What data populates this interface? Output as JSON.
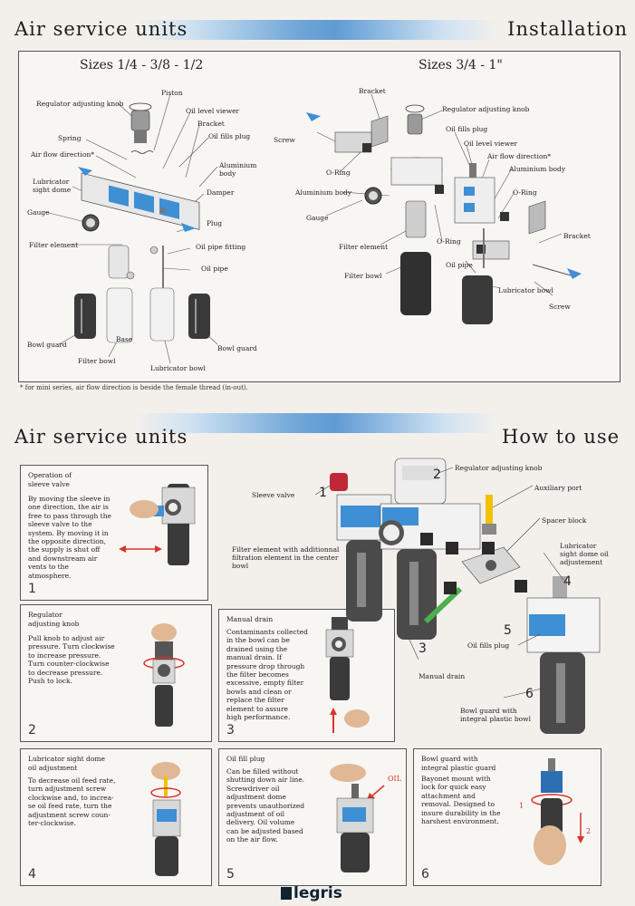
{
  "top": {
    "left_title": "Air service units",
    "right_title": "Installation",
    "sizes_small": "Sizes 1/4 - 3/8 - 1/2",
    "sizes_large": "Sizes 3/4 - 1\"",
    "footnote": "* for mini series, air flow direction is beside the female thread (in-out).",
    "labels_small": {
      "regulator_knob": "Regulator adjusting knob",
      "piston": "Piston",
      "oil_level": "Oil level viewer",
      "bracket": "Bracket",
      "spring": "Spring",
      "oil_fills_plug": "Oil fills plug",
      "air_flow": "Air flow direction*",
      "aluminium_body": "Aluminium body",
      "lubricator_dome": "Lubricator sight dome",
      "damper": "Damper",
      "gauge": "Gauge",
      "plug": "Plug",
      "filter_element": "Filter element",
      "oil_pipe_fitting": "Oil pipe fitting",
      "oil_pipe": "Oil pipe",
      "bowl_guard_left": "Bowl guard",
      "base": "Base",
      "bowl_guard_right": "Bowl guard",
      "filter_bowl": "Filter bowl",
      "lubricator_bowl": "Lubricator bowl"
    },
    "labels_large": {
      "bracket_top": "Bracket",
      "regulator_knob": "Regulator adjusting knob",
      "screw_left": "Screw",
      "oil_fills_plug": "Oil fills plug",
      "oil_level": "Oil level viewer",
      "air_flow": "Air flow direction*",
      "aluminium_body_right": "Aluminium body",
      "oring_left": "O-Ring",
      "aluminium_body_left": "Aluminium body",
      "oring_right": "O-Ring",
      "gauge": "Gauge",
      "bracket_right": "Bracket",
      "oring_mid": "O-Ring",
      "filter_element": "Filter element",
      "oil_pipe": "Oil pipe",
      "filter_bowl": "Filter bowl",
      "lubricator_bowl": "Lubricator bowl",
      "screw_right": "Screw"
    }
  },
  "bottom": {
    "left_title": "Air service units",
    "right_title": "How to use",
    "diagram_labels": {
      "sleeve_valve": "Sleeve valve",
      "regulator_knob": "Regulator adjusting knob",
      "auxiliary_port": "Auxiliary port",
      "spacer_block": "Spacer block",
      "filter_element": "Filter element with additionnal filtration element in the center bowl",
      "lubricator_dome": "Lubricator sight dome oil adjustement",
      "oil_fills_plug": "Oil fills plug",
      "manual_drain": "Manual drain",
      "bowl_guard": "Bowl guard with integral plastic bowl",
      "n1": "1",
      "n2": "2",
      "n3": "3",
      "n4": "4",
      "n5": "5",
      "n6": "6"
    },
    "panels": [
      {
        "title": "Operation of\nsleeve valve",
        "text": "By moving the sleeve in\none direction, the air is\nfree to pass through the\nsleeve valve to the\nsystem. By moving it in\nthe opposite direction,\nthe supply is shut off\nand downstream air\nvents to the\natmosphere.",
        "num": "1"
      },
      {
        "title": "Regulator\nadjusting knob",
        "text": "Pull knob to adjust air\npressure. Turn clockwise\nto increase pressure.\nTurn counter-clockwise\nto decrease pressure.\nPush to lock.",
        "num": "2"
      },
      {
        "title": "Manual drain",
        "text": "Contaminants collected\nin the bowl can be\ndrained using the\nmanual drain. If\npressure drop through\nthe filter becomes\nexcessive, empty filter\nbowls and clean or\nreplace the filter\nelement to assure\nhigh performance.",
        "num": "3"
      },
      {
        "title": "Lubricator sight dome\noil adjustment",
        "text": "To decrease oil feed rate,\nturn adjustment screw\nclockwise and, to increa-\nse oil feed rate, turn the\nadjustment screw coun-\nter-clockwise.",
        "num": "4"
      },
      {
        "title": "Oil fill plug",
        "text": "Can be filled without\nshutting down air line.\nScrewdriver oil\nadjustment dome\nprevents unauthorized\nadjustment of oil\ndelivery. Oil volume\ncan be adjusted based\non the air flow.",
        "num": "5",
        "oil": "OIL"
      },
      {
        "title": "Bowl guard with\nintegral plastic guard",
        "text": "Bayonet mount with\nlock for quick easy\nattachment and\nremoval. Designed to\ninsure durability in the\nharshest environment.",
        "num": "6",
        "step1": "1",
        "step2": "2"
      }
    ],
    "logo": "legris"
  },
  "colors": {
    "accent_blue": "#3f8fd4",
    "green_pipe": "#4caf50",
    "red_arrow": "#d9342b",
    "yellow": "#f2c100"
  }
}
